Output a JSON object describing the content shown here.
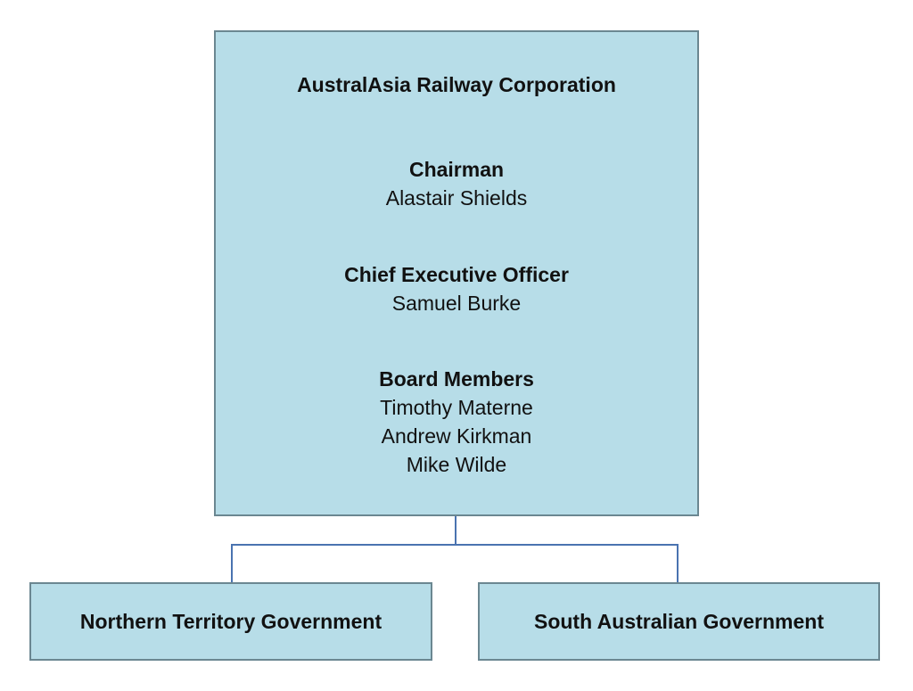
{
  "organization": {
    "title": "AustralAsia Railway Corporation",
    "sections": [
      {
        "heading": "Chairman",
        "names": [
          "Alastair Shields"
        ]
      },
      {
        "heading": "Chief Executive Officer",
        "names": [
          "Samuel Burke"
        ]
      },
      {
        "heading": "Board Members",
        "names": [
          "Timothy Materne",
          "Andrew Kirkman",
          "Mike Wilde"
        ]
      }
    ]
  },
  "owners": [
    "Northern Territory Government",
    "South Australian Government"
  ],
  "colors": {
    "box_fill": "#b7dde8",
    "box_border": "#6b8791",
    "connector": "#4a73b0"
  }
}
